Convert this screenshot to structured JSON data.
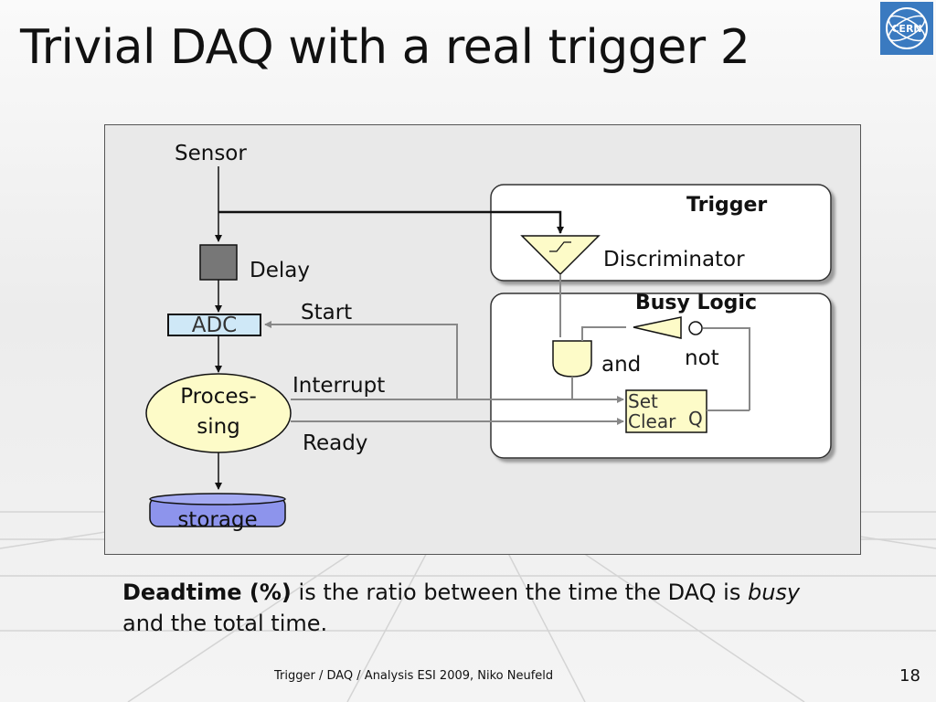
{
  "title": "Trivial DAQ with a real trigger 2",
  "logo": {
    "text": "CERN",
    "color": "#3a7ac0"
  },
  "diagram": {
    "sensor": "Sensor",
    "delay": "Delay",
    "adc": "ADC",
    "start": "Start",
    "processing": [
      "Proces-",
      "sing"
    ],
    "interrupt": "Interrupt",
    "ready": "Ready",
    "storage": "storage",
    "trigger": "Trigger",
    "discriminator": "Discriminator",
    "busy_logic": "Busy Logic",
    "and": "and",
    "not": "not",
    "set": "Set",
    "clear": "Clear",
    "q": "Q"
  },
  "description": {
    "term": "Deadtime (%)",
    "part1": " is the ratio between the time the DAQ is ",
    "busy": "busy",
    "part2": " and the total time."
  },
  "footer": "Trigger / DAQ / Analysis ESI 2009, Niko Neufeld",
  "page_number": "18"
}
